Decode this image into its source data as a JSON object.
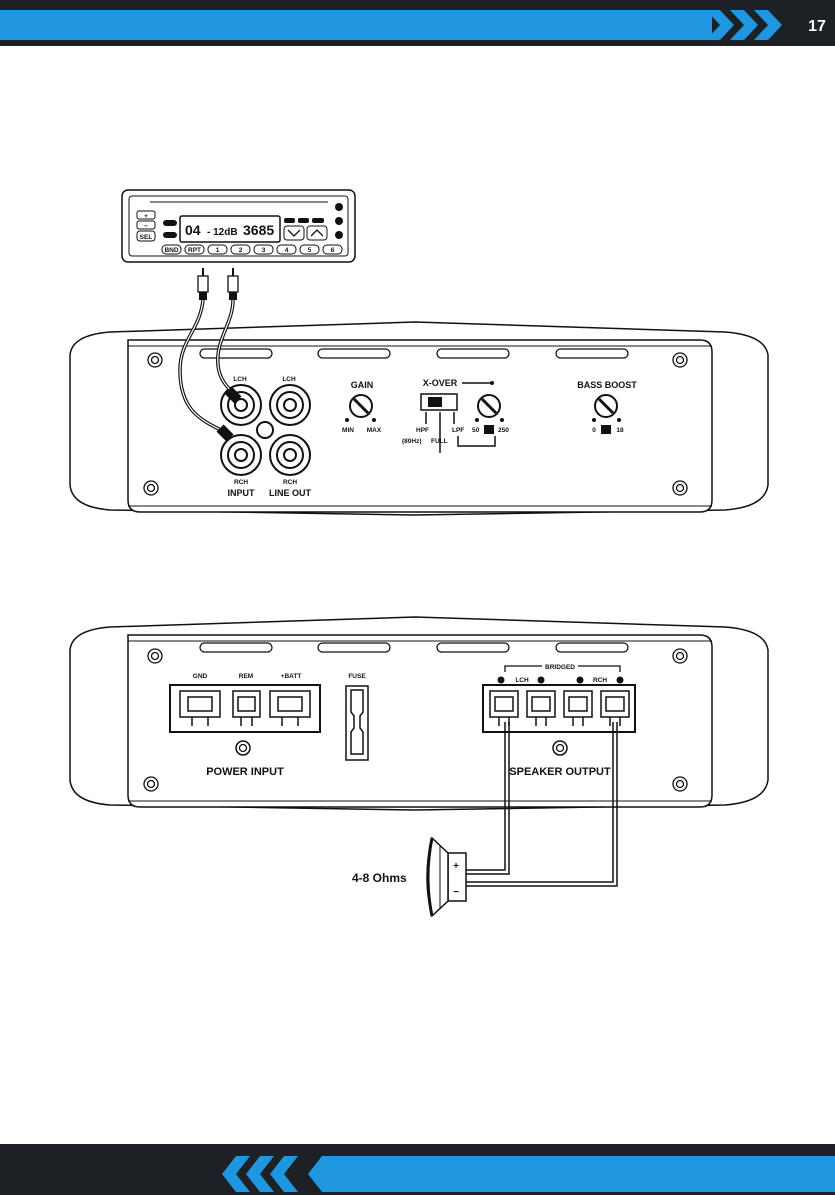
{
  "colors": {
    "dark": "#1d2126",
    "accent": "#1e96e0",
    "line": "#111111"
  },
  "page_number": "17",
  "headunit": {
    "display": {
      "track": "04",
      "level": "- 12dB",
      "freq": "3685"
    },
    "left_buttons": [
      "+",
      "−",
      "SEL"
    ],
    "preset_buttons": [
      "BND",
      "RPT",
      "1",
      "2",
      "3",
      "4",
      "5",
      "6"
    ]
  },
  "amp_top": {
    "lch_in": "LCH",
    "lch_out": "LCH",
    "rch_in": "RCH",
    "rch_out": "RCH",
    "input": "INPUT",
    "line_out": "LINE OUT",
    "gain": "GAIN",
    "min": "MIN",
    "max": "MAX",
    "xover": "X-OVER",
    "hpf": "HPF",
    "hpf_freq": "(80Hz)",
    "full": "FULL",
    "lpf": "LPF",
    "freq_low": "50",
    "freq_high": "250",
    "bass_boost": "BASS BOOST",
    "bb_low": "0",
    "bb_high": "18"
  },
  "amp_bottom": {
    "gnd": "GND",
    "rem": "REM",
    "batt": "+BATT",
    "fuse": "FUSE",
    "power_input": "POWER INPUT",
    "bridged": "BRIDGED",
    "lch": "LCH",
    "rch": "RCH",
    "speaker_output": "SPEAKER OUTPUT"
  },
  "speaker": {
    "ohms": "4-8 Ohms",
    "plus": "+",
    "minus": "−"
  }
}
